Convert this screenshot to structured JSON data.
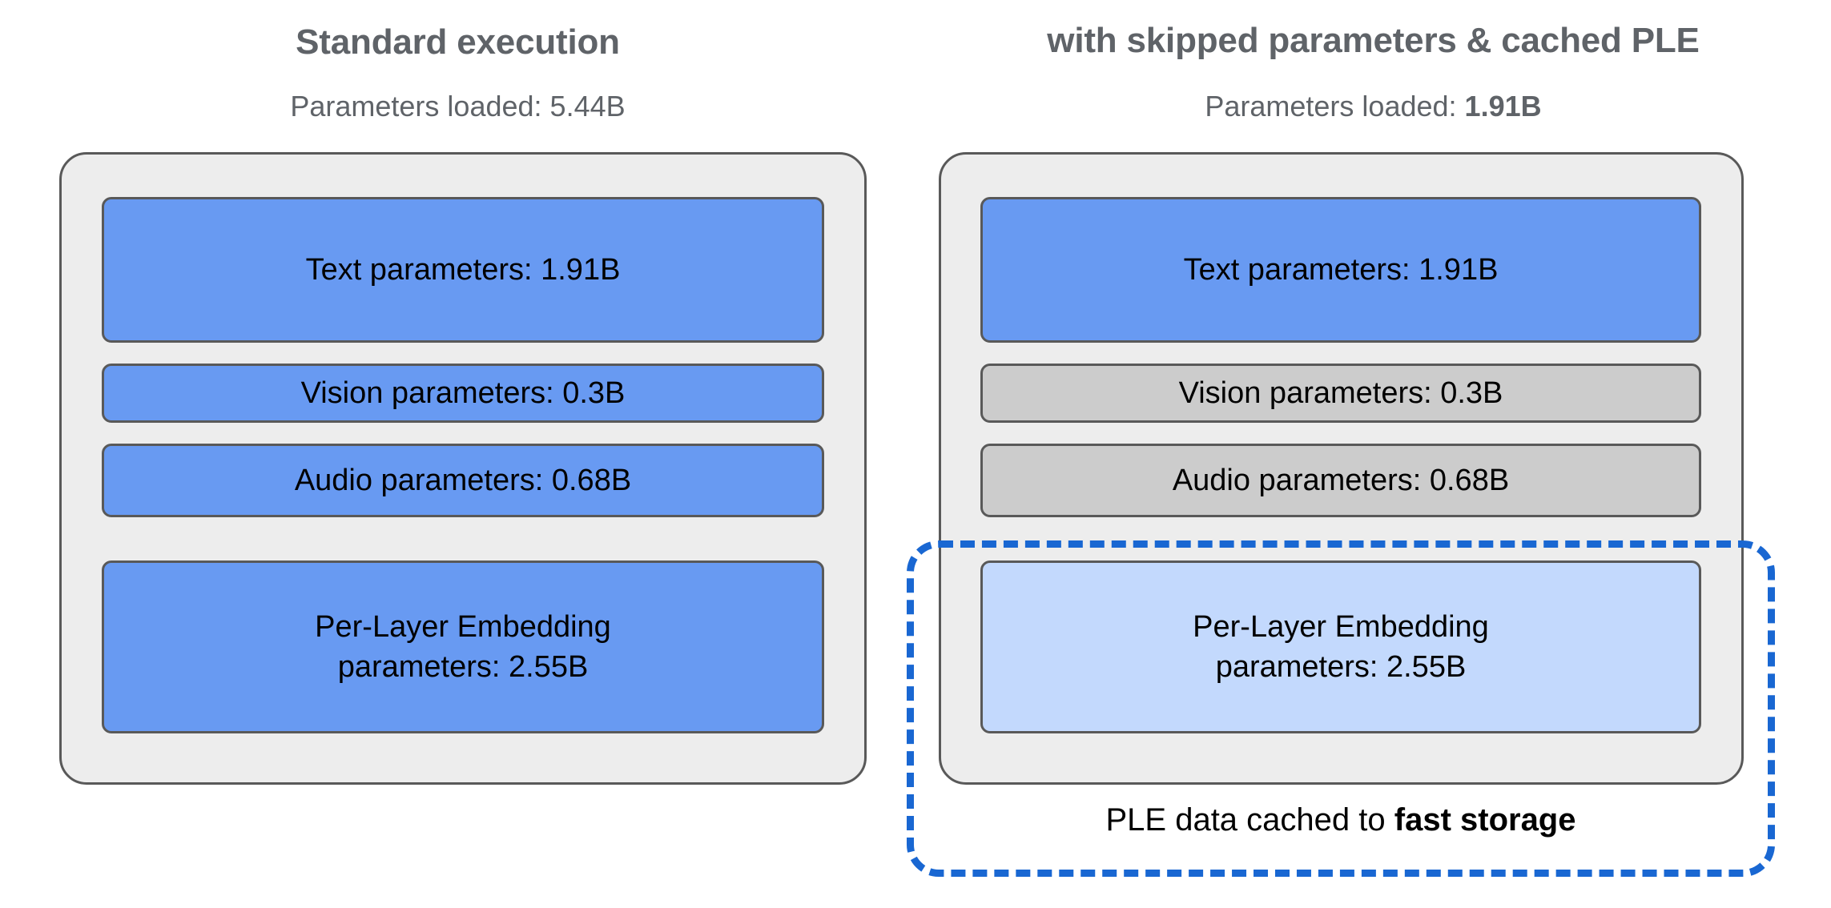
{
  "diagram": {
    "accent_blue": "#1967d2",
    "panels": [
      {
        "id": "standard",
        "title": "Standard execution",
        "subtitle_prefix": "Parameters loaded: ",
        "subtitle_value": "5.44B",
        "subtitle_value_bold": false,
        "blocks": [
          {
            "label": "Text parameters: 1.91B",
            "state": "loaded",
            "color": "#689AF2"
          },
          {
            "label": "Vision parameters: 0.3B",
            "state": "loaded",
            "color": "#689AF2"
          },
          {
            "label": "Audio parameters: 0.68B",
            "state": "loaded",
            "color": "#689AF2"
          },
          {
            "label": "Per-Layer Embedding\nparameters: 2.55B",
            "state": "loaded",
            "color": "#689AF2"
          }
        ]
      },
      {
        "id": "optimized",
        "title": "with skipped parameters & cached PLE",
        "subtitle_prefix": "Parameters loaded: ",
        "subtitle_value": "1.91B",
        "subtitle_value_bold": true,
        "blocks": [
          {
            "label": "Text parameters: 1.91B",
            "state": "loaded",
            "color": "#689AF2"
          },
          {
            "label": "Vision parameters: 0.3B",
            "state": "skipped",
            "color": "#cccccc"
          },
          {
            "label": "Audio parameters: 0.68B",
            "state": "skipped",
            "color": "#cccccc"
          },
          {
            "label": "Per-Layer Embedding\nparameters: 2.55B",
            "state": "cached",
            "color": "#c3d9fd"
          }
        ]
      }
    ],
    "cache_callout": {
      "caption_prefix": "PLE data cached to ",
      "caption_emphasis": "fast storage"
    }
  }
}
